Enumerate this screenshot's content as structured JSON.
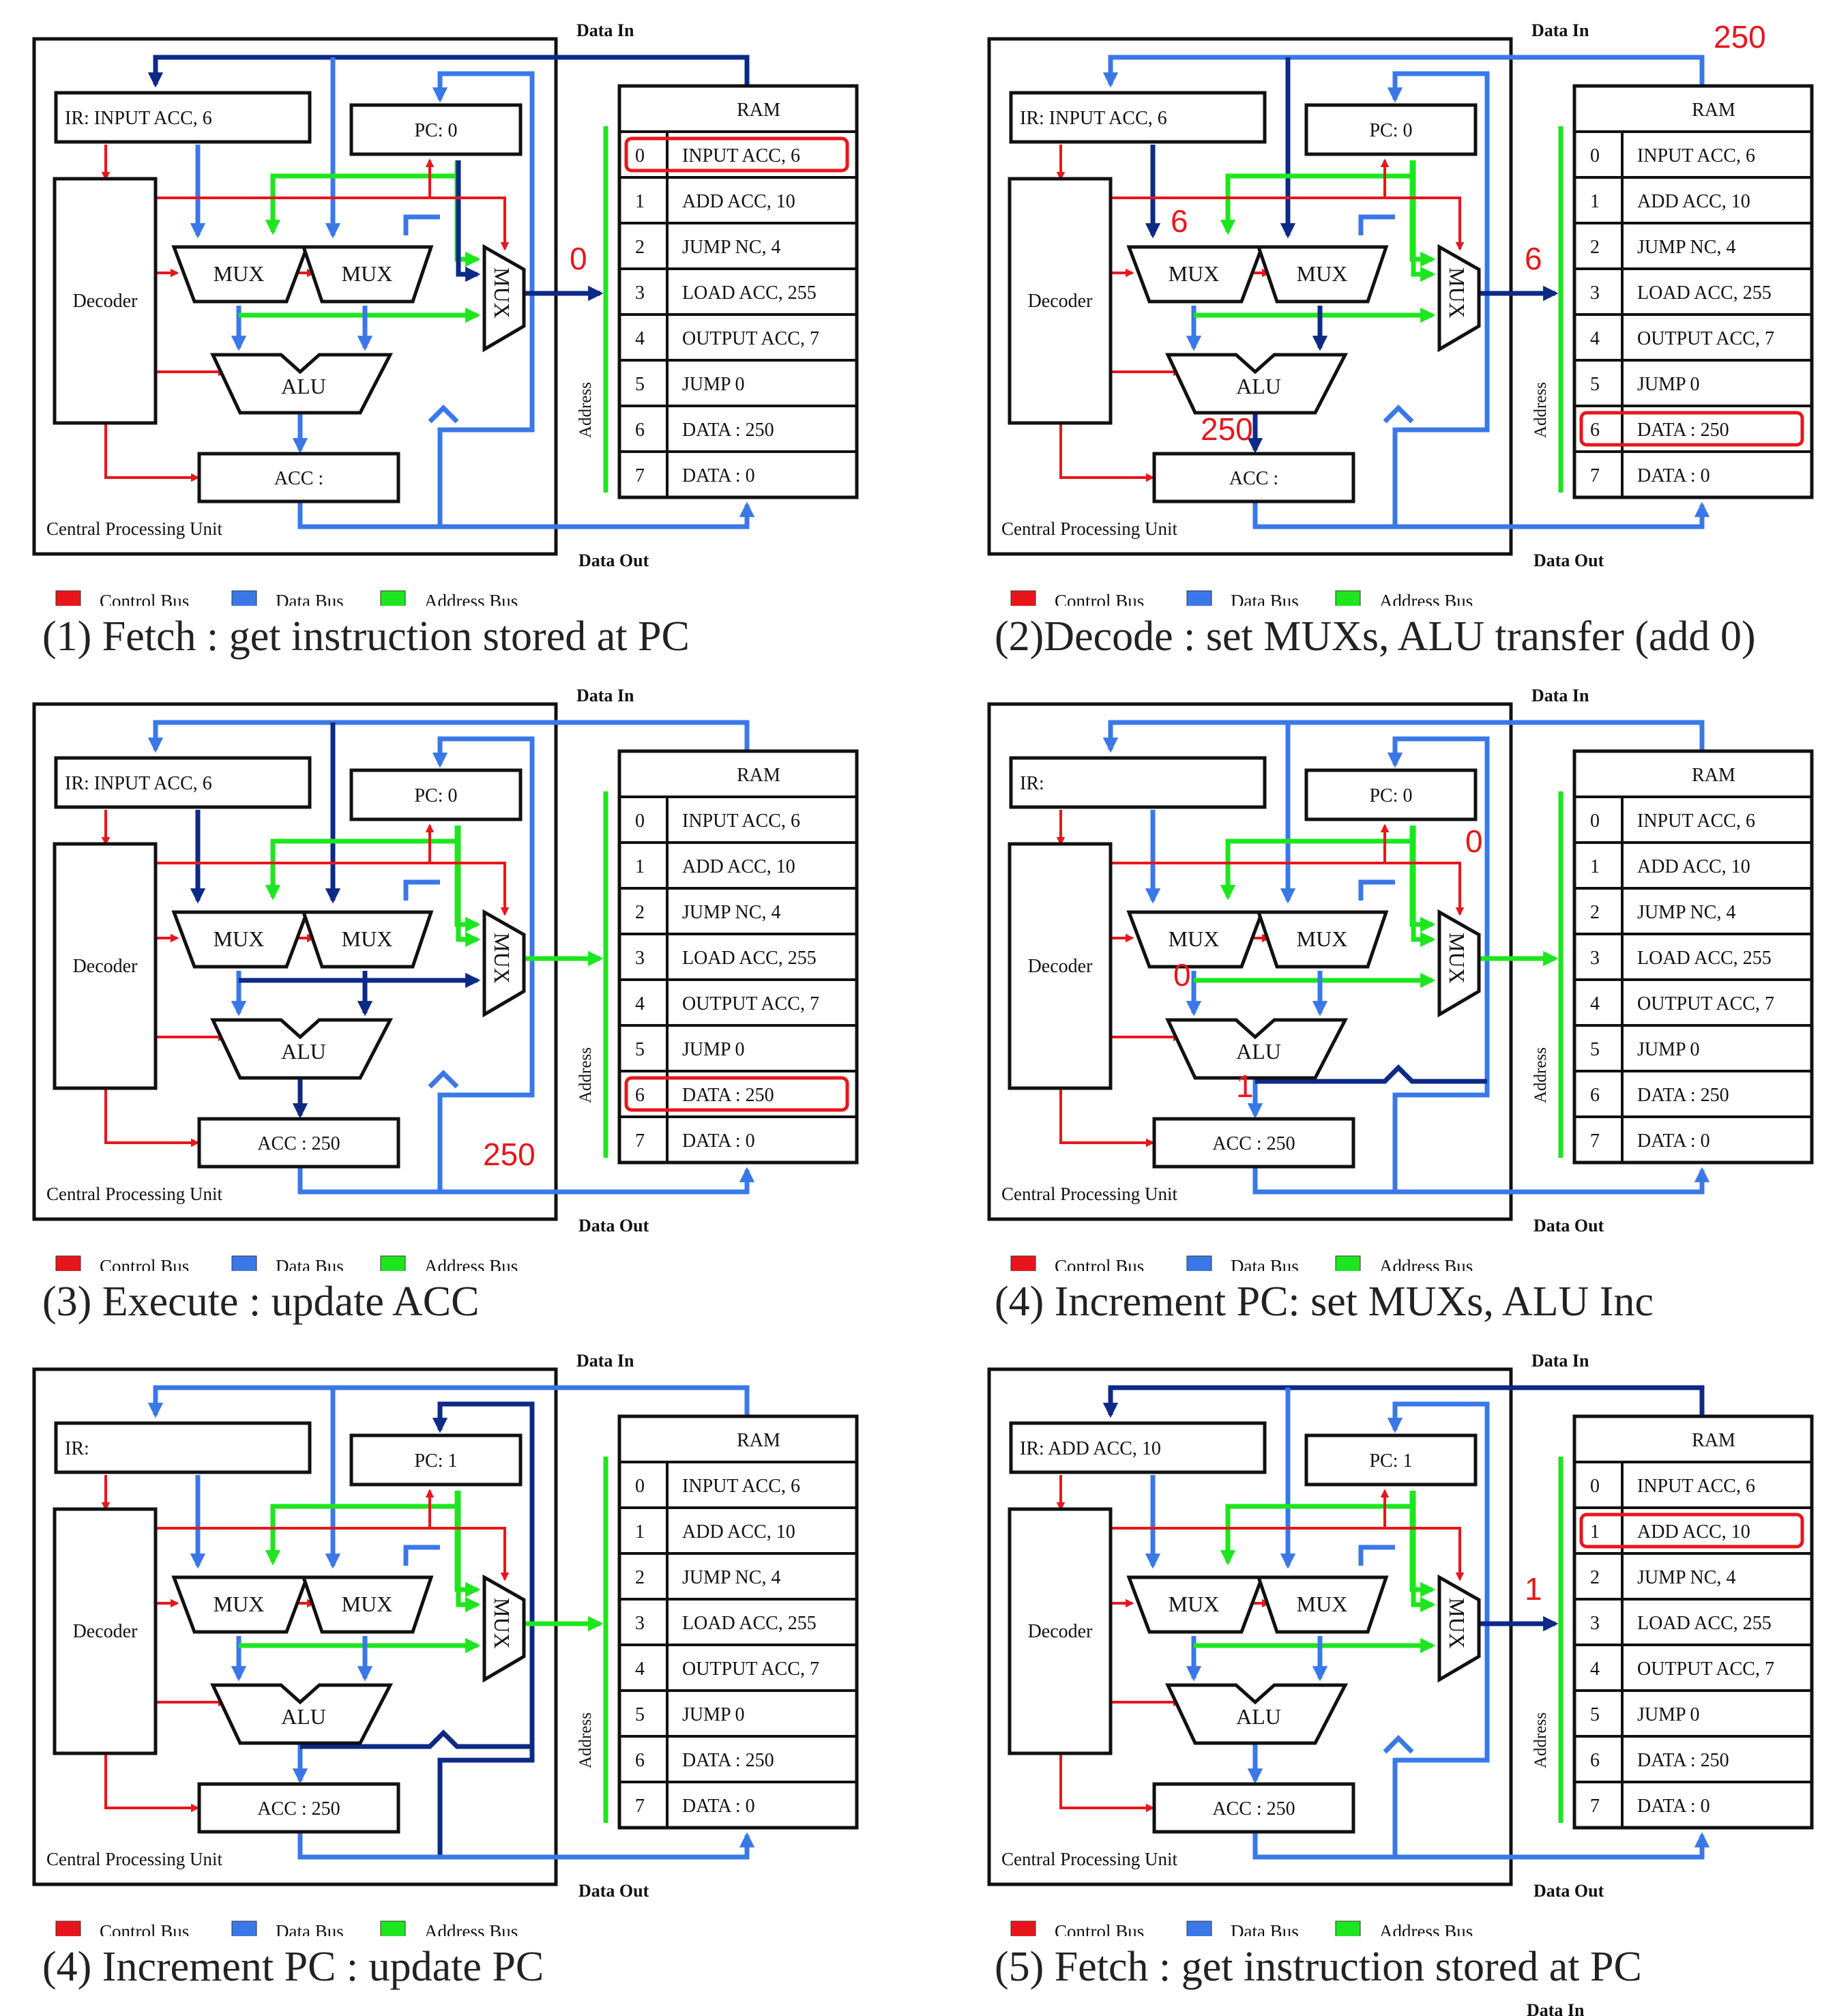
{
  "labels": {
    "data_in": "Data In",
    "data_out": "Data Out",
    "ram": "RAM",
    "decoder": "Decoder",
    "mux": "MUX",
    "alu": "ALU",
    "address": "Address",
    "cpu": "Central Processing Unit"
  },
  "legend": [
    {
      "label": "Control Bus",
      "color": "#e8161b"
    },
    {
      "label": "Data Bus",
      "color": "#3a78e8"
    },
    {
      "label": "Address Bus",
      "color": "#1ee61e"
    }
  ],
  "ram_rows": [
    {
      "addr": "0",
      "content": "INPUT ACC, 6"
    },
    {
      "addr": "1",
      "content": "ADD ACC, 10"
    },
    {
      "addr": "2",
      "content": "JUMP NC, 4"
    },
    {
      "addr": "3",
      "content": "LOAD ACC, 255"
    },
    {
      "addr": "4",
      "content": "OUTPUT ACC, 7"
    },
    {
      "addr": "5",
      "content": "JUMP 0"
    },
    {
      "addr": "6",
      "content": "DATA : 250"
    },
    {
      "addr": "7",
      "content": "DATA : 0"
    }
  ],
  "panels": [
    {
      "caption": "(1) Fetch : get instruction stored at PC",
      "ir": "IR: INPUT ACC, 6",
      "pc": "PC: 0",
      "acc": "ACC :",
      "highlight_row": 0,
      "annotations": [
        {
          "text": "0",
          "anchor": "addr-bus"
        }
      ]
    },
    {
      "caption": "(2)Decode : set MUXs, ALU transfer (add 0)",
      "ir": "IR: INPUT ACC, 6",
      "pc": "PC: 0",
      "acc": "ACC :",
      "highlight_row": 6,
      "annotations": [
        {
          "text": "250",
          "anchor": "data-in"
        },
        {
          "text": "6",
          "anchor": "mux1-in"
        },
        {
          "text": "6",
          "anchor": "addr-bus"
        },
        {
          "text": "250",
          "anchor": "alu-out"
        }
      ]
    },
    {
      "caption": "(3) Execute : update ACC",
      "ir": "IR: INPUT ACC, 6",
      "pc": "PC: 0",
      "acc": "ACC : 250",
      "highlight_row": 6,
      "annotations": [
        {
          "text": "250",
          "anchor": "data-out"
        }
      ]
    },
    {
      "caption": "(4) Increment PC: set MUXs, ALU Inc",
      "ir": "IR:",
      "pc": "PC: 0",
      "acc": "ACC : 250",
      "highlight_row": -1,
      "annotations": [
        {
          "text": "0",
          "anchor": "pc-out"
        },
        {
          "text": "0",
          "anchor": "alu-in"
        },
        {
          "text": "1",
          "anchor": "alu-out-left"
        }
      ]
    },
    {
      "caption": "(4) Increment PC : update PC",
      "ir": "IR:",
      "pc": "PC: 1",
      "acc": "ACC : 250",
      "highlight_row": -1,
      "annotations": []
    },
    {
      "caption": "(5) Fetch : get instruction stored at PC",
      "ir": "IR: ADD ACC, 10",
      "pc": "PC: 1",
      "acc": "ACC : 250",
      "highlight_row": 1,
      "annotations": [
        {
          "text": "1",
          "anchor": "addr-bus"
        }
      ]
    }
  ],
  "footer": {
    "data_in": "Data In"
  }
}
